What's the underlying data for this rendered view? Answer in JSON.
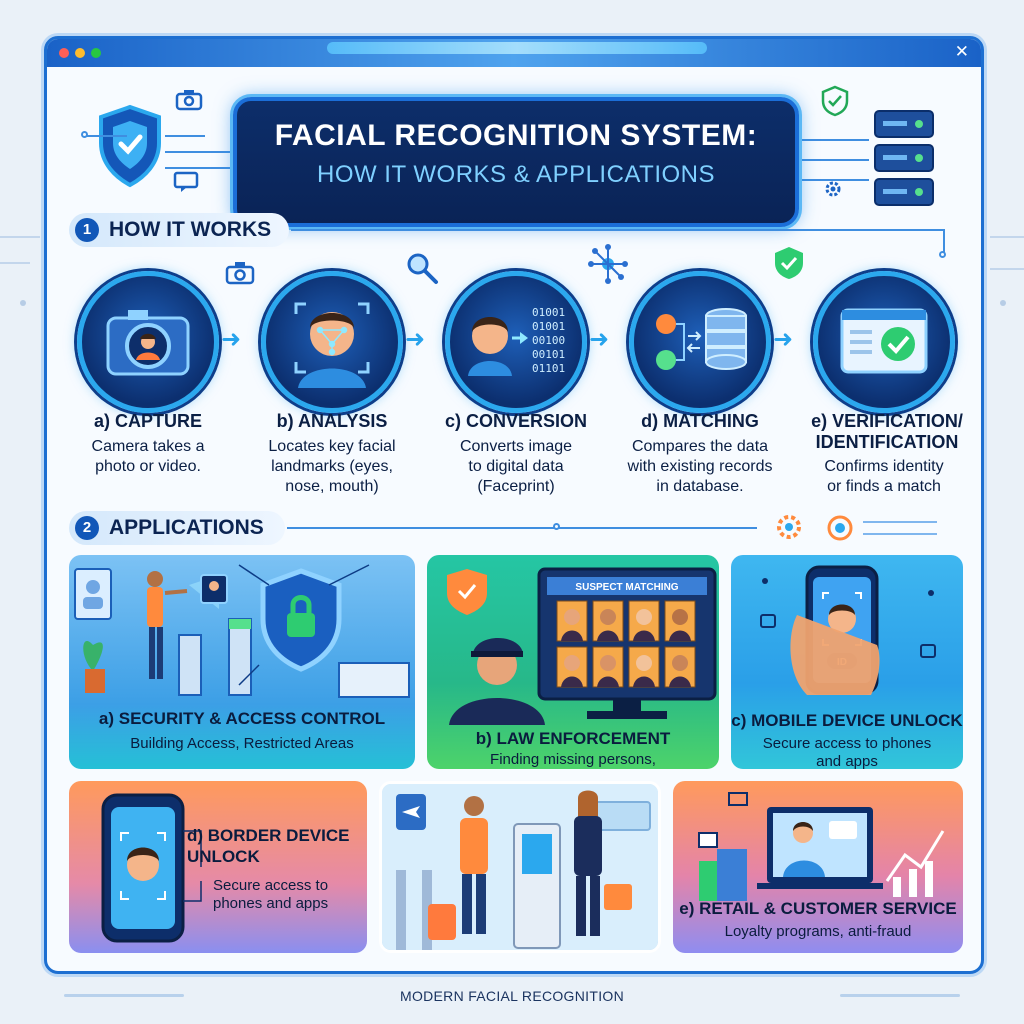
{
  "window": {
    "close_glyph": "✕"
  },
  "header": {
    "title": "FACIAL RECOGNITION SYSTEM:",
    "subtitle": "HOW IT WORKS & APPLICATIONS"
  },
  "section1": {
    "number": "1",
    "title": "HOW IT WORKS"
  },
  "steps": [
    {
      "title": "a) CAPTURE",
      "desc": "Camera takes a\nphoto or video.",
      "icon": "camera-icon"
    },
    {
      "title": "b) ANALYSIS",
      "desc": "Locates key facial\nlandmarks (eyes,\nnose, mouth)",
      "icon": "face-scan-icon"
    },
    {
      "title": "c) CONVERSION",
      "desc": "Converts image\nto digital data\n(Faceprint)",
      "icon": "binary-face-icon",
      "binary": [
        "01001",
        "01001",
        "00100",
        "00101",
        "01101"
      ]
    },
    {
      "title": "d) MATCHING",
      "desc": "Compares the data\nwith existing records\nin database.",
      "icon": "database-icon"
    },
    {
      "title": "e) VERIFICATION/\nIDENTIFICATION",
      "desc": "Confirms identity\nor finds a match",
      "icon": "checkmark-icon"
    }
  ],
  "section2": {
    "number": "2",
    "title": "APPLICATIONS"
  },
  "applications": [
    {
      "title": "a) SECURITY & ACCESS CONTROL",
      "desc": "Building Access, Restricted Areas"
    },
    {
      "title": "b) LAW ENFORCEMENT",
      "desc": "Finding missing persons,\nidentifying suspects",
      "screen_label": "SUSPECT MATCHING"
    },
    {
      "title": "c) MOBILE DEVICE UNLOCK",
      "desc": "Secure access to phones\nand apps",
      "badge": "ID"
    },
    {
      "title": "d) BORDER DEVICE\nUNLOCK",
      "desc": "Secure access to\nphones and apps"
    },
    {
      "title": "",
      "desc": ""
    },
    {
      "title": "e) RETAIL & CUSTOMER SERVICE",
      "desc": "Loyalty programs, anti-fraud"
    }
  ],
  "footer": {
    "text": "MODERN FACIAL RECOGNITION"
  },
  "colors": {
    "accent": "#1d6fd1",
    "title_bg": "#0d2e6a",
    "cyan": "#2ba8ee",
    "check": "#2ecc71"
  }
}
